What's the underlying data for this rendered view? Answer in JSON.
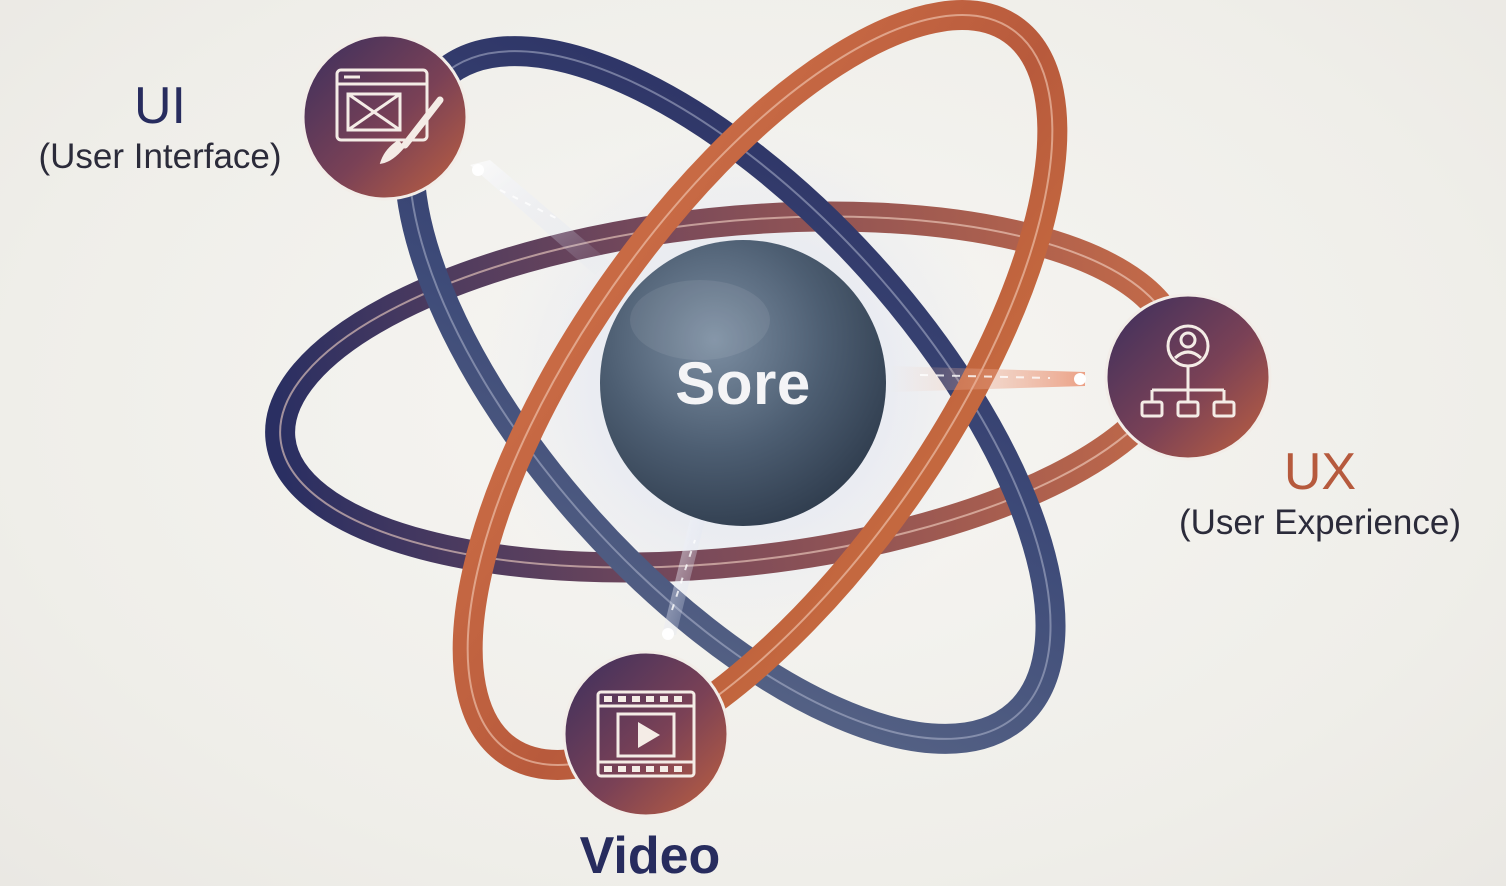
{
  "core": {
    "label": "Sore"
  },
  "nodes": {
    "ui": {
      "title": "UI",
      "subtitle": "(User Interface)",
      "icon": "wireframe-brush-icon"
    },
    "ux": {
      "title": "UX",
      "subtitle": "(User Experience)",
      "icon": "user-hierarchy-icon"
    },
    "video": {
      "title": "Video",
      "icon": "film-play-icon"
    }
  },
  "colors": {
    "navy": "#272c5e",
    "rust": "#c0613f",
    "core": "#4f6073",
    "background": "#f1f0ec"
  }
}
